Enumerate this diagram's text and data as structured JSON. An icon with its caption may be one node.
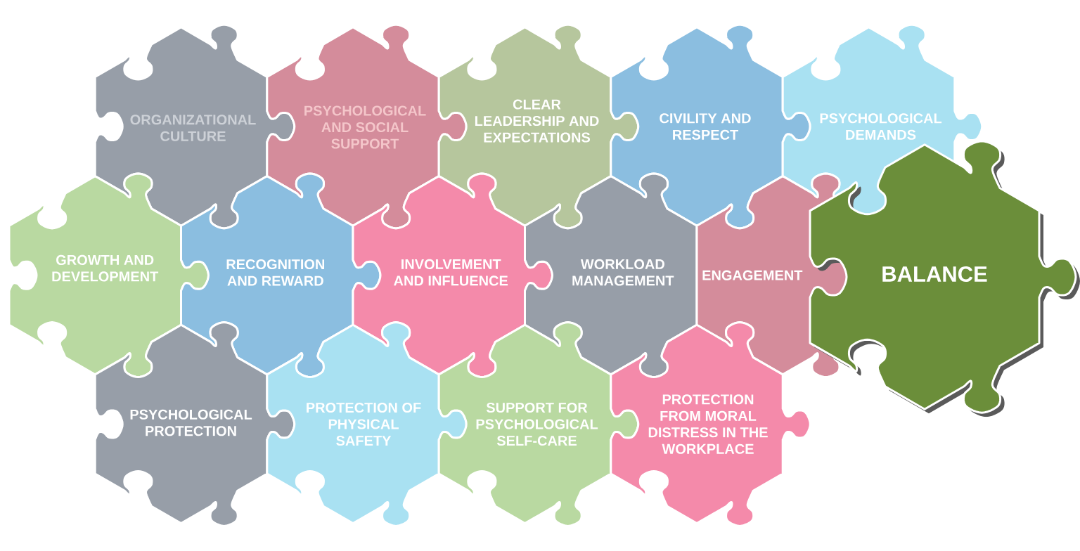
{
  "diagram": {
    "nodes": [
      {
        "text": [
          "ORGANIZATIONAL CULTURE"
        ]
      },
      {
        "text": [
          "PSYCHOLOGICAL AND SOCIAL SUPPORT"
        ]
      },
      {
        "text": [
          "CLEAR LEADERSHIP AND EXPECTATIONS"
        ]
      },
      {
        "text": [
          "CIVILITY AND RESPECT"
        ]
      },
      {
        "text": [
          "PSYCHOLOGICAL DEMANDS"
        ]
      },
      {
        "text": [
          "GROWTH AND DEVELOPMENT"
        ]
      },
      {
        "text": [
          "RECOGNITION AND REWARD"
        ]
      },
      {
        "text": [
          "INVOLVEMENT AND INFLUENCE"
        ]
      },
      {
        "text": [
          "WORKLOAD MANAGEMENT"
        ]
      },
      {
        "text": [
          "ENGAGEMENT"
        ]
      },
      {
        "text": [
          "BALANCE"
        ]
      },
      {
        "text": [
          "PSYCHOLOGICAL PROTECTION"
        ]
      },
      {
        "text": [
          "PROTECTION OF PHYSICAL SAFETY"
        ]
      },
      {
        "text": [
          "SUPPORT FOR PSYCHOLOGICAL SELF-CARE"
        ]
      },
      {
        "text": [
          "PROTECTION FROM MORAL DISTRESS IN THE WORKPLACE"
        ]
      }
    ]
  }
}
